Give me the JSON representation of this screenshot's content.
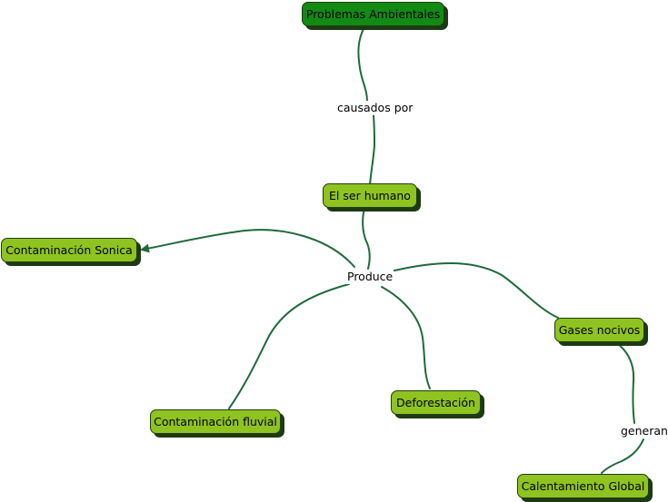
{
  "colors": {
    "root_fill": "#128a14",
    "leaf_fill": "#8fc31f",
    "link_stroke": "#1e6a3a",
    "shadow": "#1d3a14"
  },
  "nodes": {
    "problemas_ambientales": "Problemas Ambientales",
    "el_ser_humano": "El ser humano",
    "contaminacion_sonica": "Contaminación Sonica",
    "contaminacion_fluvial": "Contaminación fluvial",
    "deforestacion": "Deforestación",
    "gases_nocivos": "Gases nocivos",
    "calentamiento_global": "Calentamiento Global"
  },
  "link_labels": {
    "causados_por": "causados por",
    "produce": "Produce",
    "generan": "generan"
  }
}
